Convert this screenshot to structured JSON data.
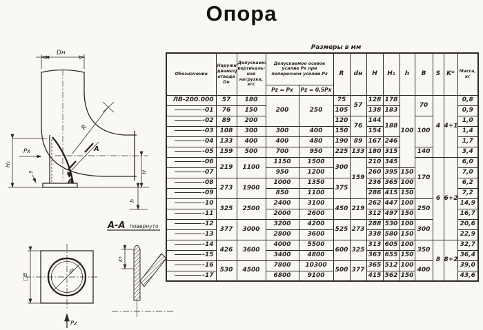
{
  "page": {
    "title": "Опора"
  },
  "table": {
    "caption": "Размеры в мм",
    "headers": {
      "designation": "Обозначение",
      "outer_diameter": "Наружный диаметр отвода Dн",
      "vertical_load": "Допускаемая вертикаль­ная нагрузка, кгс",
      "axial_force_group": "Допускаемое осевое усилие Pх при поперечном усилии Pz",
      "sub_pz_eq_px": "Pz = Pх",
      "sub_pz_eq_05px": "Pz = 0,5Pх",
      "r": "R",
      "dn": "dн",
      "H": "H",
      "H1": "H₁",
      "h": "h",
      "B": "B",
      "S": "S",
      "K": "K*",
      "mass": "Масса, кг"
    },
    "rows": [
      [
        "ЛВ-200.000",
        "57",
        "180",
        {
          "v": "200",
          "rs": 3
        },
        {
          "v": "250",
          "rs": 3
        },
        "75",
        {
          "v": "57",
          "rs": 2
        },
        "128",
        "178",
        {
          "v": "100",
          "rs": 7
        },
        {
          "v": "70",
          "rs": 2
        },
        {
          "v": "4",
          "rs": 6
        },
        {
          "v": "4+1",
          "rs": 6
        },
        "0,8"
      ],
      [
        "-01",
        "76",
        "150",
        null,
        null,
        "105",
        null,
        "138",
        "183",
        null,
        null,
        null,
        null,
        "0,9"
      ],
      [
        "-02",
        "89",
        "200",
        null,
        null,
        "120",
        {
          "v": "76",
          "rs": 2
        },
        "144",
        {
          "v": "188",
          "rs": 2
        },
        null,
        {
          "v": "100",
          "rs": 3
        },
        null,
        null,
        "1,0"
      ],
      [
        "-03",
        "108",
        "300",
        "300",
        "400",
        "150",
        null,
        "154",
        null,
        null,
        null,
        null,
        null,
        "1,4"
      ],
      [
        "-04",
        "133",
        "400",
        "400",
        "480",
        "190",
        "89",
        "167",
        "246",
        null,
        null,
        null,
        null,
        "1,7"
      ],
      [
        "-05",
        "159",
        "500",
        "700",
        "950",
        "225",
        "133",
        "180",
        "315",
        null,
        "140",
        null,
        null,
        "3,4"
      ],
      [
        "-06",
        {
          "v": "219",
          "rs": 2
        },
        {
          "v": "1100",
          "rs": 2
        },
        "1150",
        "1500",
        {
          "v": "300",
          "rs": 2
        },
        {
          "v": "159",
          "rs": 4
        },
        "210",
        "345",
        null,
        {
          "v": "170",
          "rs": 4
        },
        {
          "v": "6",
          "rs": 8
        },
        {
          "v": "6+2",
          "rs": 8
        },
        "6,0"
      ],
      [
        "-07",
        null,
        null,
        "950",
        "1200",
        null,
        null,
        "260",
        "395",
        "150",
        null,
        null,
        null,
        "7,0"
      ],
      [
        "-08",
        {
          "v": "273",
          "rs": 2
        },
        {
          "v": "1900",
          "rs": 2
        },
        "1000",
        "1350",
        {
          "v": "375",
          "rs": 2
        },
        null,
        "236",
        "365",
        "100",
        null,
        null,
        null,
        "6,2"
      ],
      [
        "-09",
        null,
        null,
        "850",
        "1100",
        null,
        null,
        "286",
        "415",
        "150",
        null,
        null,
        null,
        "7,2"
      ],
      [
        "-10",
        {
          "v": "325",
          "rs": 2
        },
        {
          "v": "2500",
          "rs": 2
        },
        "2400",
        "3100",
        {
          "v": "450",
          "rs": 2
        },
        {
          "v": "219",
          "rs": 2
        },
        "262",
        "447",
        "100",
        {
          "v": "250",
          "rs": 2
        },
        null,
        null,
        "14,9"
      ],
      [
        "-11",
        null,
        null,
        "2000",
        "2600",
        null,
        null,
        "312",
        "497",
        "150",
        null,
        null,
        null,
        "16,7"
      ],
      [
        "-12",
        {
          "v": "377",
          "rs": 2
        },
        {
          "v": "3000",
          "rs": 2
        },
        "3200",
        "4200",
        {
          "v": "525",
          "rs": 2
        },
        {
          "v": "273",
          "rs": 2
        },
        "288",
        "530",
        "100",
        {
          "v": "300",
          "rs": 2
        },
        null,
        null,
        "20,6"
      ],
      [
        "-13",
        null,
        null,
        "2800",
        "3600",
        null,
        null,
        "338",
        "580",
        "150",
        null,
        null,
        null,
        "22,9"
      ],
      [
        "-14",
        {
          "v": "426",
          "rs": 2
        },
        {
          "v": "3600",
          "rs": 2
        },
        "4000",
        "5500",
        {
          "v": "600",
          "rs": 2
        },
        {
          "v": "325",
          "rs": 2
        },
        "313",
        "605",
        "100",
        {
          "v": "350",
          "rs": 2
        },
        {
          "v": "8",
          "rs": 4
        },
        {
          "v": "8+2",
          "rs": 4
        },
        "32,7"
      ],
      [
        "-15",
        null,
        null,
        "3400",
        "4800",
        null,
        null,
        "363",
        "655",
        "150",
        null,
        null,
        null,
        "36,4"
      ],
      [
        "-16",
        {
          "v": "530",
          "rs": 2
        },
        {
          "v": "4500",
          "rs": 2
        },
        "7800",
        "10300",
        {
          "v": "500",
          "rs": 2
        },
        {
          "v": "377",
          "rs": 2
        },
        "365",
        "512",
        "100",
        {
          "v": "400",
          "rs": 2
        },
        null,
        null,
        "39,0"
      ],
      [
        "-17",
        null,
        null,
        "6800",
        "9100",
        null,
        null,
        "415",
        "562",
        "150",
        null,
        null,
        null,
        "43,6"
      ]
    ]
  },
  "drawing": {
    "elbow": {
      "dn": "Dн",
      "r": "R",
      "a_upper": "А",
      "a_lower": "А",
      "px": "Pх",
      "h1": "H₁",
      "h_cap": "H",
      "h_small": "h",
      "s": "S"
    },
    "plan": {
      "b": "□B",
      "dn": "dн",
      "pz": "Pz"
    },
    "section": {
      "title": "А-А",
      "subtitle": "повернуто",
      "k": "K*"
    }
  }
}
